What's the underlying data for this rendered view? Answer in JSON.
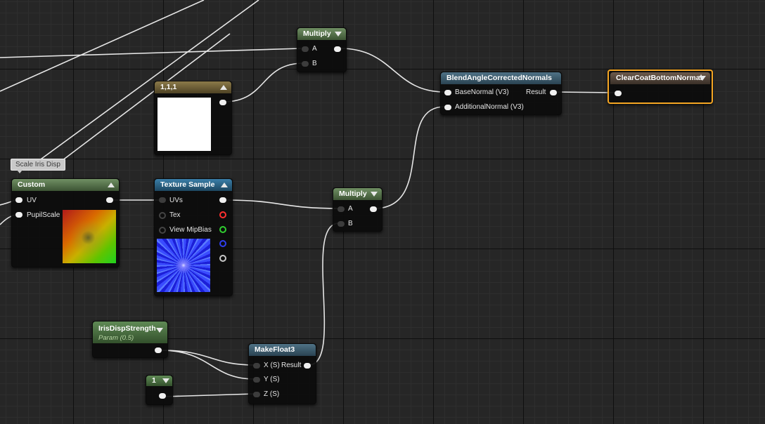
{
  "comment": {
    "text": "Scale Iris Disp"
  },
  "nodes": {
    "multiply_top": {
      "title": "Multiply",
      "pins": [
        "A",
        "B"
      ]
    },
    "constant3": {
      "title": "1,1,1",
      "swatch": "#ffffff"
    },
    "blend": {
      "title": "BlendAngleCorrectedNormals",
      "in1": "BaseNormal (V3)",
      "in2": "AdditionalNormal (V3)",
      "out": "Result"
    },
    "clearcoat": {
      "title": "ClearCoatBottomNormal"
    },
    "custom": {
      "title": "Custom",
      "in1": "UV",
      "in2": "PupilScale"
    },
    "texture": {
      "title": "Texture Sample",
      "in1": "UVs",
      "in2": "Tex",
      "in3": "View MipBias",
      "pin_colors": [
        "#ff3030",
        "#30d030",
        "#2f3ff0",
        "#c8c8c8"
      ]
    },
    "multiply_mid": {
      "title": "Multiply",
      "pins": [
        "A",
        "B"
      ]
    },
    "param": {
      "title": "IrisDispStrength",
      "subtitle": "Param (0.5)"
    },
    "makefloat3": {
      "title": "MakeFloat3",
      "in1": "X (S)",
      "in2": "Y (S)",
      "in3": "Z (S)",
      "out": "Result"
    },
    "constant1": {
      "title": "1"
    }
  },
  "colors": {
    "wire": "#e8e8e8",
    "selection": "#f5a623",
    "grid": "#262626"
  }
}
